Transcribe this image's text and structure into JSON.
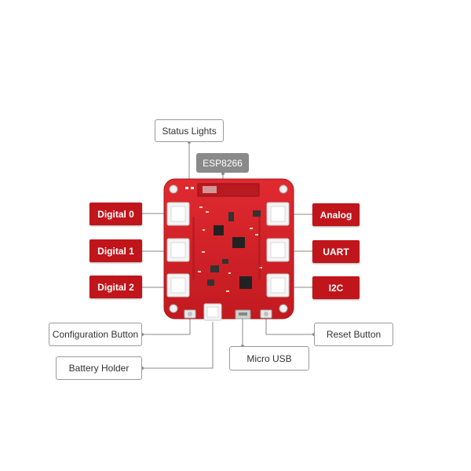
{
  "colors": {
    "board": "#d42027",
    "board_dark": "#a8161b",
    "label_red": "#c0151b",
    "connector": "#f4f4f4",
    "chip": "#222222",
    "leader": "#8a8a8a"
  },
  "labels": {
    "status_lights": "Status Lights",
    "esp8266": "ESP8266",
    "digital_0": "Digital 0",
    "digital_1": "Digital 1",
    "digital_2": "Digital 2",
    "analog": "Analog",
    "uart": "UART",
    "i2c": "I2C",
    "configuration_button": "Configuration Button",
    "reset_button": "Reset Button",
    "micro_usb": "Micro USB",
    "battery_holder": "Battery Holder"
  }
}
